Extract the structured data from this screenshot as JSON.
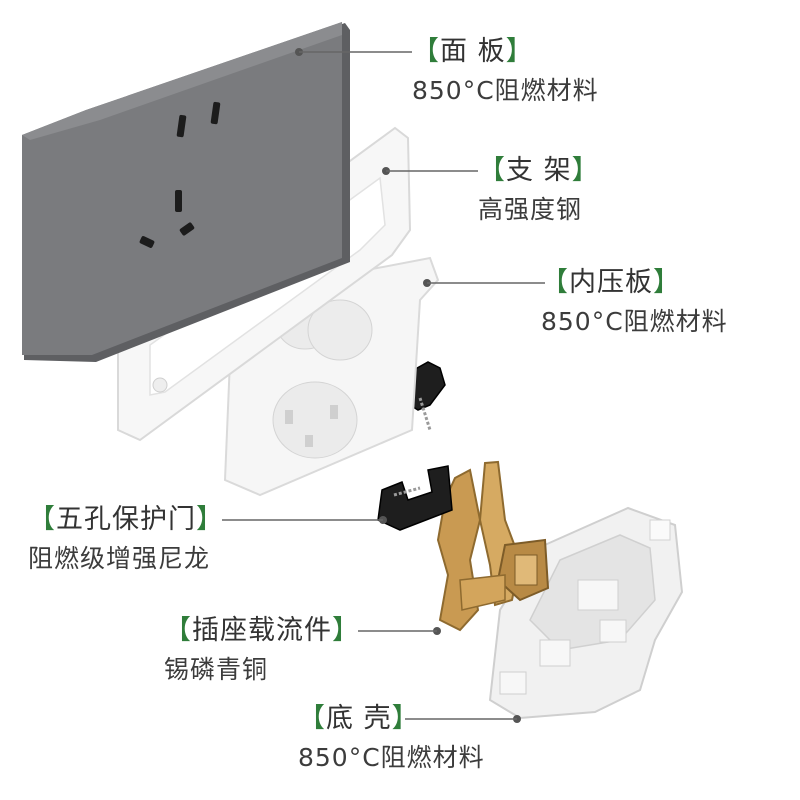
{
  "colors": {
    "bracket": "#2f7d3a",
    "leader": "#666666",
    "panel": "#76777a",
    "plastic": "#f2f2f2",
    "brass": "#c99a52",
    "shutter": "#1c1c1c"
  },
  "components": [
    {
      "id": "panel",
      "title": "面 板",
      "material": "850°C阻燃材料"
    },
    {
      "id": "frame",
      "title": "支 架",
      "material": "高强度钢"
    },
    {
      "id": "inner-plate",
      "title": "内压板",
      "material": "850°C阻燃材料"
    },
    {
      "id": "shutter",
      "title": "五孔保护门",
      "material": "阻燃级增强尼龙"
    },
    {
      "id": "conductor",
      "title": "插座载流件",
      "material": "锡磷青铜"
    },
    {
      "id": "base",
      "title": "底 壳",
      "material": "850°C阻燃材料"
    }
  ]
}
